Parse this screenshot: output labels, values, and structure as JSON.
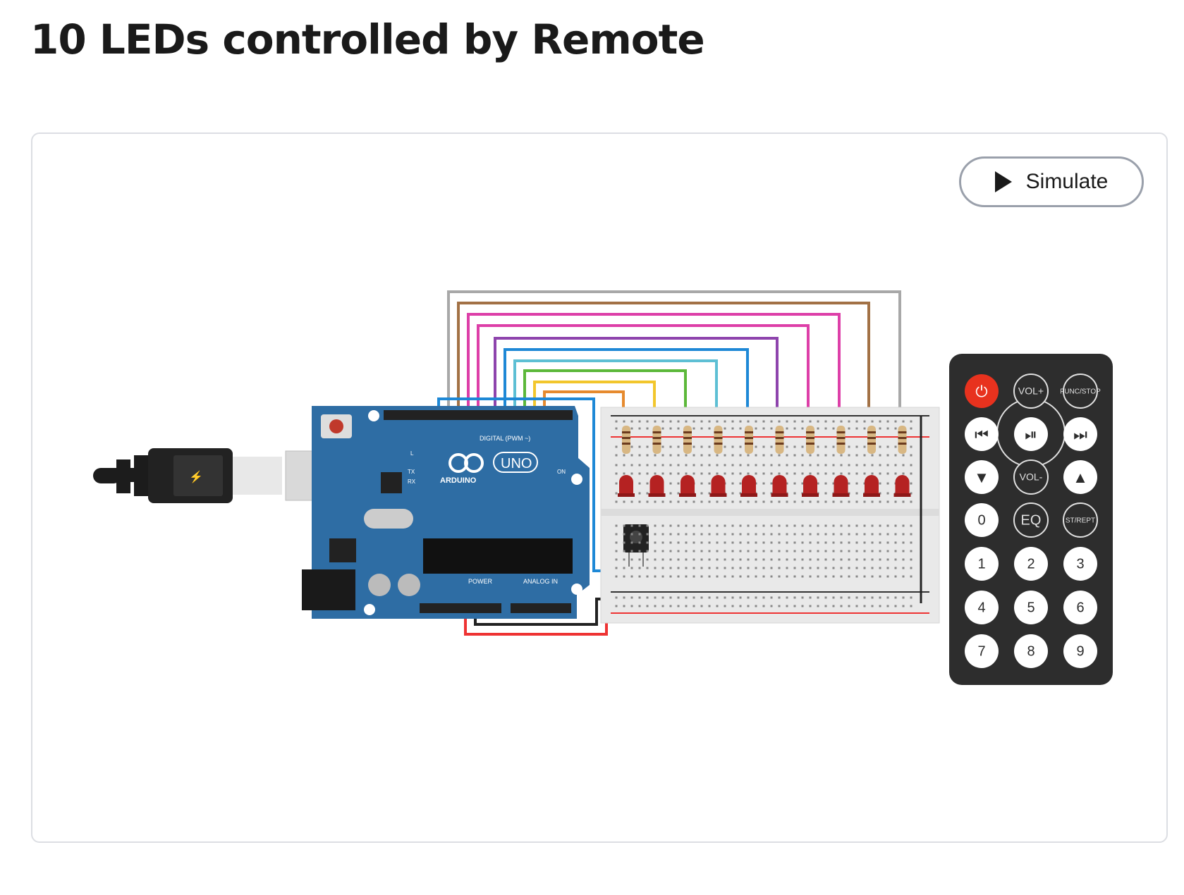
{
  "title": "10 LEDs controlled by Remote",
  "simulate": {
    "label": "Simulate",
    "icon": "play-icon"
  },
  "arduino": {
    "brand": "ARDUINO",
    "model": "UNO",
    "header_digital": "DIGITAL (PWM ~)",
    "header_power": "POWER",
    "header_analog": "ANALOG IN",
    "on_label": "ON",
    "tx_label": "TX",
    "rx_label": "RX",
    "l_label": "L"
  },
  "remote": {
    "buttons": [
      {
        "name": "power",
        "label": "",
        "icon": "power-icon",
        "red": true
      },
      {
        "name": "vol-up",
        "label": "VOL+"
      },
      {
        "name": "func-stop",
        "label": "FUNC/STOP"
      },
      {
        "name": "prev",
        "label": "",
        "icon": "rewind-icon"
      },
      {
        "name": "play-pause",
        "label": "",
        "icon": "play-pause-icon"
      },
      {
        "name": "next",
        "label": "",
        "icon": "fast-forward-icon"
      },
      {
        "name": "down",
        "label": "",
        "icon": "arrow-down-icon"
      },
      {
        "name": "vol-down",
        "label": "VOL-"
      },
      {
        "name": "up",
        "label": "",
        "icon": "arrow-up-icon"
      },
      {
        "name": "0",
        "label": "0"
      },
      {
        "name": "eq",
        "label": "EQ"
      },
      {
        "name": "st-rept",
        "label": "ST/REPT"
      },
      {
        "name": "1",
        "label": "1"
      },
      {
        "name": "2",
        "label": "2"
      },
      {
        "name": "3",
        "label": "3"
      },
      {
        "name": "4",
        "label": "4"
      },
      {
        "name": "5",
        "label": "5"
      },
      {
        "name": "6",
        "label": "6"
      },
      {
        "name": "7",
        "label": "7"
      },
      {
        "name": "8",
        "label": "8"
      },
      {
        "name": "9",
        "label": "9"
      }
    ]
  },
  "colors": {
    "arduino_board": "#2e6da4",
    "breadboard": "#e9e9e9",
    "led": "#b52222",
    "remote_body": "#2d2d2d",
    "power_button": "#e8321e",
    "wires": [
      "#9e9e9e",
      "#a27145",
      "#dd3fa8",
      "#dd3fa8",
      "#8e44ad",
      "#1e88d6",
      "#5dbfd4",
      "#5cb83a",
      "#f2c62c",
      "#e68a2e"
    ]
  },
  "led_count": 10
}
